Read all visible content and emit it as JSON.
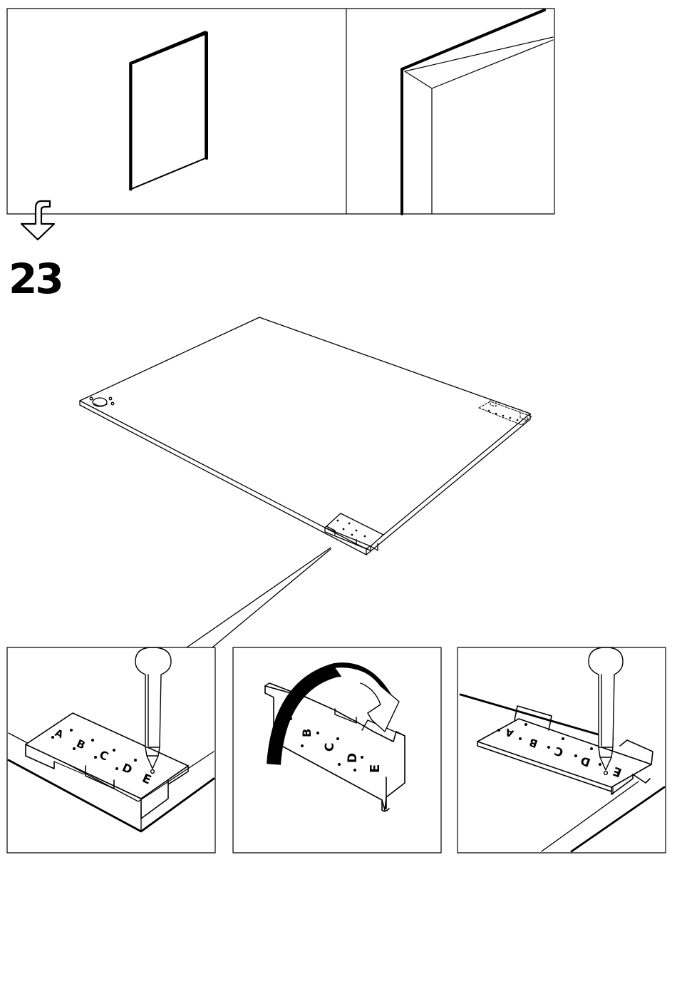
{
  "step": {
    "number": "23"
  },
  "template_letters": [
    "A",
    "B",
    "C",
    "D",
    "E"
  ],
  "colors": {
    "line": "#000000",
    "background": "#ffffff"
  },
  "icons": {
    "continue": "hollow-down-arrow-icon"
  }
}
